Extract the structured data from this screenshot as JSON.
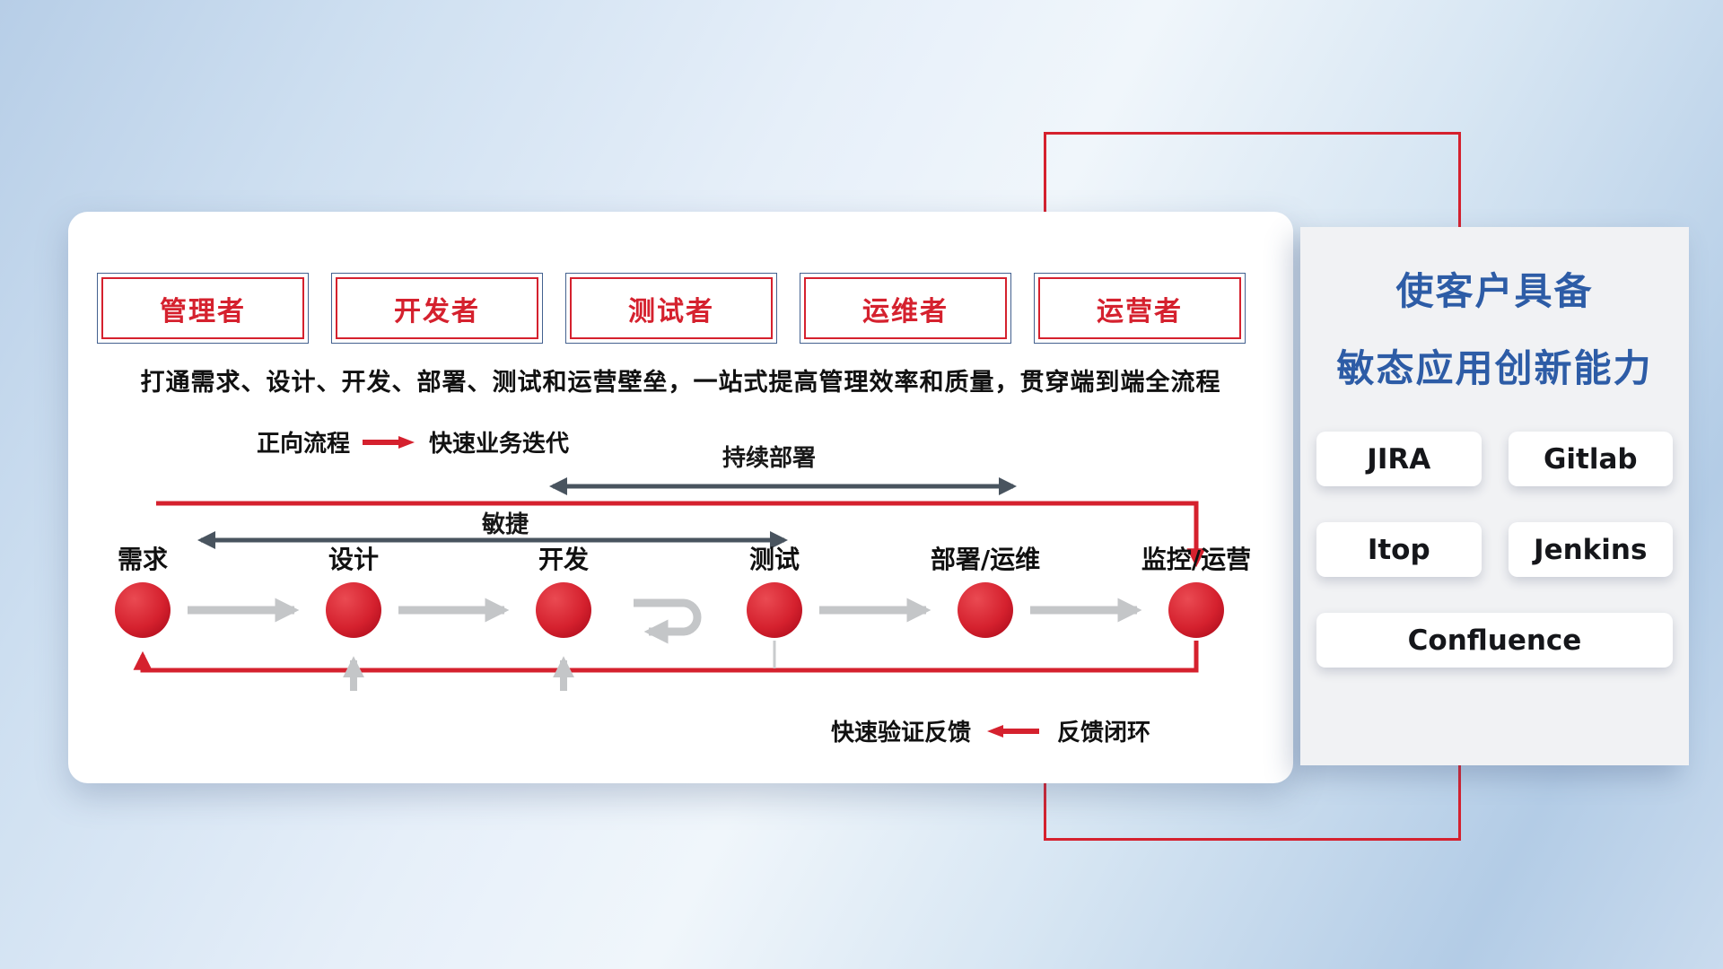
{
  "colors": {
    "accent_red": "#d5212e",
    "dark_arrow": "#49545f",
    "gray_arrow": "#c4c6c8",
    "title_blue": "#2d5ca6"
  },
  "roles": [
    "管理者",
    "开发者",
    "测试者",
    "运维者",
    "运营者"
  ],
  "description": "打通需求、设计、开发、部署、测试和运营壁垒，一站式提高管理效率和质量，贯穿端到端全流程",
  "forward_legend": {
    "label": "正向流程",
    "value": "快速业务迭代"
  },
  "flow": {
    "deploy_arrow_label": "持续部署",
    "agile_arrow_label": "敏捷",
    "nodes": [
      "需求",
      "设计",
      "开发",
      "测试",
      "部署/运维",
      "监控/运营"
    ],
    "feedback_text": "快速验证反馈",
    "feedback_legend": "反馈闭环"
  },
  "panel": {
    "title_line1": "使客户具备",
    "title_line2": "敏态应用创新能力",
    "tools": [
      "JIRA",
      "Gitlab",
      "Itop",
      "Jenkins",
      "Confluence"
    ]
  }
}
